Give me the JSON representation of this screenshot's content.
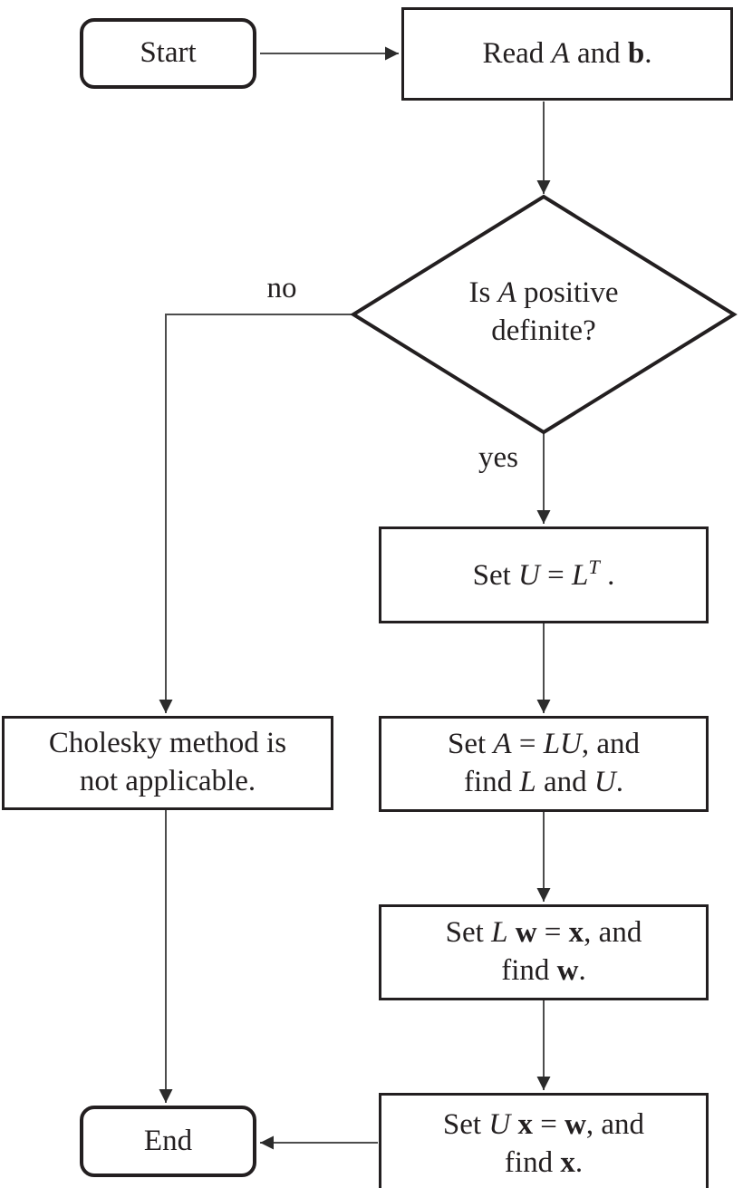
{
  "diagram": {
    "colors": {
      "background": "#ffffff",
      "node_border": "#231f20",
      "connector": "#4d4d4d",
      "text": "#231f20"
    },
    "nodes": {
      "start": {
        "shape": "terminator",
        "text": [
          {
            "t": "Start"
          }
        ]
      },
      "read_input": {
        "shape": "process",
        "text": [
          {
            "t": "Read "
          },
          {
            "t": "A",
            "i": true
          },
          {
            "t": " and "
          },
          {
            "t": "b",
            "b": true
          },
          {
            "t": "."
          }
        ]
      },
      "decision": {
        "shape": "decision",
        "text": [
          {
            "t": "Is "
          },
          {
            "t": "A",
            "i": true
          },
          {
            "t": " positive"
          },
          {
            "br": true
          },
          {
            "t": "definite?"
          }
        ]
      },
      "set_u": {
        "shape": "process",
        "text": [
          {
            "t": "Set "
          },
          {
            "t": "U",
            "i": true
          },
          {
            "t": " = "
          },
          {
            "t": "L",
            "i": true
          },
          {
            "t": "T",
            "i": true,
            "sup": true
          },
          {
            "t": " ."
          }
        ]
      },
      "cholesky": {
        "shape": "process",
        "text": [
          {
            "t": "Cholesky method is"
          },
          {
            "br": true
          },
          {
            "t": "not applicable."
          }
        ]
      },
      "set_a": {
        "shape": "process",
        "text": [
          {
            "t": "Set "
          },
          {
            "t": "A",
            "i": true
          },
          {
            "t": " = "
          },
          {
            "t": "LU",
            "i": true
          },
          {
            "t": ", and"
          },
          {
            "br": true
          },
          {
            "t": "find "
          },
          {
            "t": "L",
            "i": true
          },
          {
            "t": " and "
          },
          {
            "t": "U",
            "i": true
          },
          {
            "t": "."
          }
        ]
      },
      "set_lw": {
        "shape": "process",
        "text": [
          {
            "t": "Set "
          },
          {
            "t": "L",
            "i": true
          },
          {
            "t": " "
          },
          {
            "t": "w",
            "b": true
          },
          {
            "t": " = "
          },
          {
            "t": "x",
            "b": true
          },
          {
            "t": ", and"
          },
          {
            "br": true
          },
          {
            "t": "find "
          },
          {
            "t": "w",
            "b": true
          },
          {
            "t": "."
          }
        ]
      },
      "set_ux": {
        "shape": "process",
        "text": [
          {
            "t": "Set "
          },
          {
            "t": "U",
            "i": true
          },
          {
            "t": " "
          },
          {
            "t": "x",
            "b": true
          },
          {
            "t": " = "
          },
          {
            "t": "w",
            "b": true
          },
          {
            "t": ", and"
          },
          {
            "br": true
          },
          {
            "t": "find "
          },
          {
            "t": "x",
            "b": true
          },
          {
            "t": "."
          }
        ]
      },
      "end": {
        "shape": "terminator",
        "text": [
          {
            "t": "End"
          }
        ]
      }
    },
    "edge_labels": {
      "no": "no",
      "yes": "yes"
    }
  }
}
